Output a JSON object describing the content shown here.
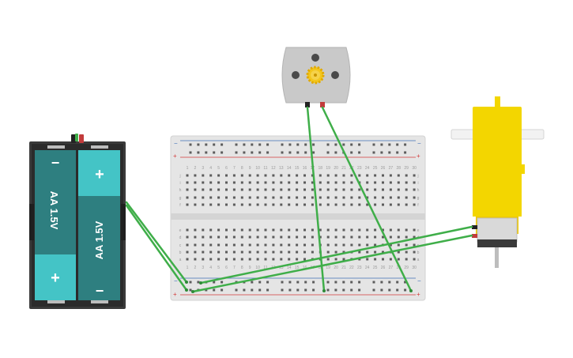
{
  "battery": {
    "cell_left": {
      "top_symbol": "−",
      "bottom_symbol": "+",
      "label": "AA 1.5V"
    },
    "cell_right": {
      "top_symbol": "+",
      "bottom_symbol": "−",
      "label": "AA 1.5V"
    }
  },
  "breadboard": {
    "rail_minus": "−",
    "rail_plus": "+",
    "row_letters_top": [
      "j",
      "i",
      "h",
      "g",
      "f"
    ],
    "row_letters_bottom": [
      "e",
      "d",
      "c",
      "b",
      "a"
    ],
    "column_count": 30
  },
  "colors": {
    "wire": "#3fae49",
    "battery_cell": "#2e7f80",
    "battery_terminal": "#44c4c6",
    "motor_yellow": "#f3d600",
    "rail_red": "#d33a3a",
    "rail_blue": "#3f6fb5"
  }
}
